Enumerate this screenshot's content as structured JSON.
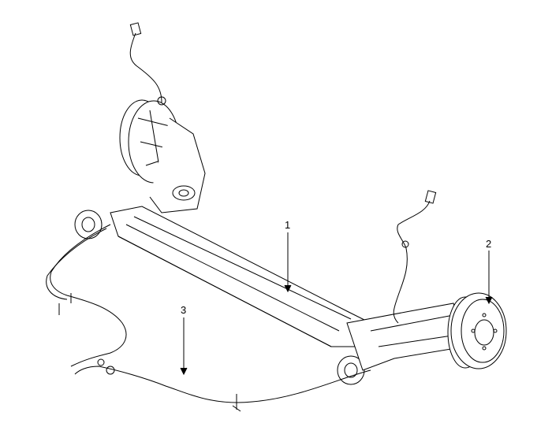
{
  "diagram": {
    "callouts": [
      {
        "number": "1",
        "part": "rear-axle-beam"
      },
      {
        "number": "2",
        "part": "brake-drum"
      },
      {
        "number": "3",
        "part": "parking-brake-cable"
      }
    ]
  }
}
